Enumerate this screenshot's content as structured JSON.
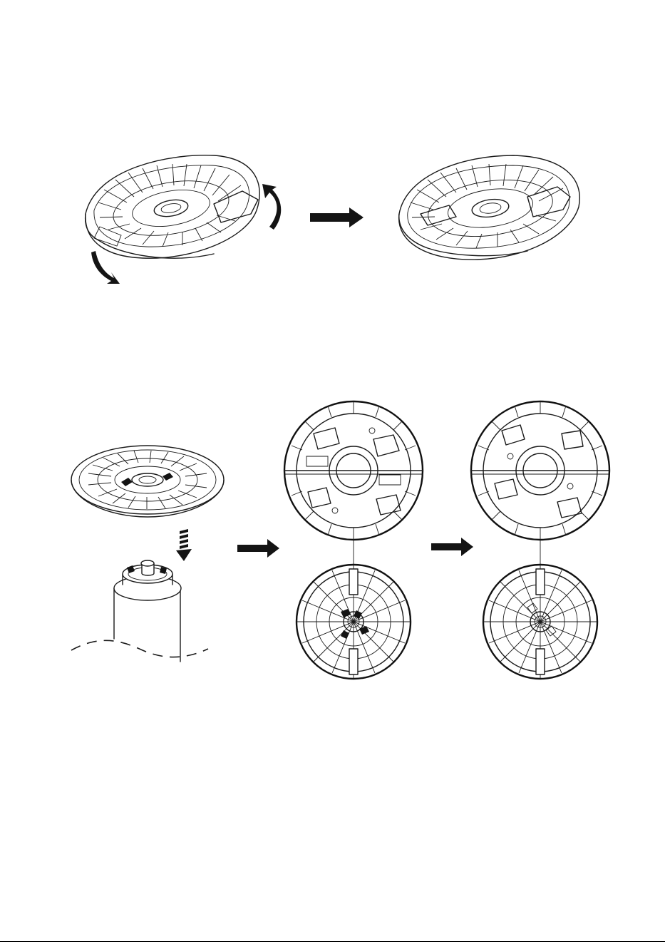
{
  "figure": {
    "steps": [
      {
        "name": "rotate-bracket"
      },
      {
        "name": "bracket-rotated"
      },
      {
        "name": "align-bracket-on-pole"
      },
      {
        "name": "bracket-alignment-top-view"
      },
      {
        "name": "bracket-locked-top-view"
      }
    ],
    "colors": {
      "line": "#1a1a1a",
      "fill": "#141414",
      "background": "#ffffff"
    },
    "icons": [
      "curved-arrow-icon",
      "right-arrow-icon",
      "down-arrow-icon"
    ]
  }
}
